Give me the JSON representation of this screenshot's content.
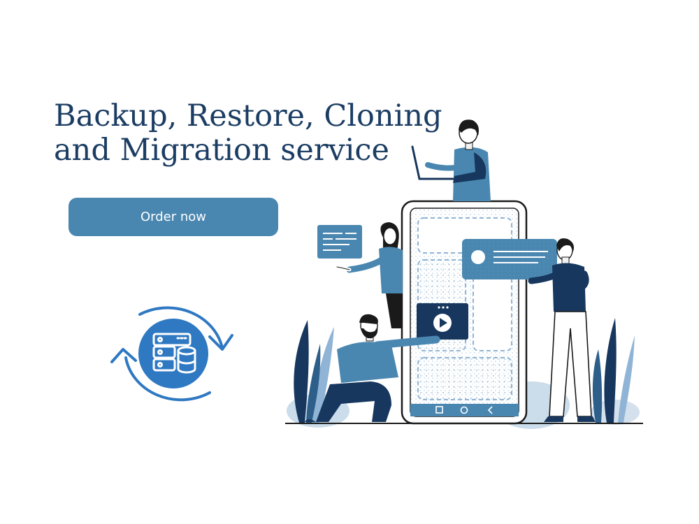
{
  "hero": {
    "title_line1": "Backup, Restore, Cloning",
    "title_line2": "and Migration service",
    "order_label": "Order now"
  },
  "colors": {
    "title": "#1c3d63",
    "button": "#4a87b0",
    "navy": "#17375e",
    "steel": "#4a87b0",
    "sky": "#8fb4d6",
    "bright_blue": "#2f78c2"
  },
  "icons": {
    "sync": "sync-arrows-icon",
    "database": "database-server-icon",
    "play": "play-icon",
    "nav": [
      "square-icon",
      "circle-icon",
      "back-chevron-icon"
    ]
  }
}
